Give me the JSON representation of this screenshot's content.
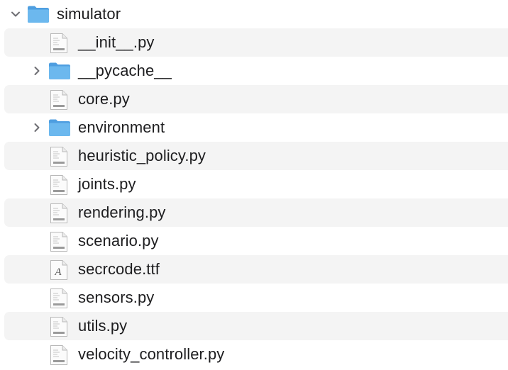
{
  "root": {
    "name": "simulator",
    "expanded": true,
    "icon": "folder-icon"
  },
  "items": [
    {
      "name": "__init__.py",
      "kind": "python-file",
      "icon": "python-file-icon"
    },
    {
      "name": "__pycache__",
      "kind": "folder",
      "icon": "folder-icon",
      "expanded": false
    },
    {
      "name": "core.py",
      "kind": "python-file",
      "icon": "python-file-icon"
    },
    {
      "name": "environment",
      "kind": "folder",
      "icon": "folder-icon",
      "expanded": false
    },
    {
      "name": "heuristic_policy.py",
      "kind": "python-file",
      "icon": "python-file-icon"
    },
    {
      "name": "joints.py",
      "kind": "python-file",
      "icon": "python-file-icon"
    },
    {
      "name": "rendering.py",
      "kind": "python-file",
      "icon": "python-file-icon"
    },
    {
      "name": "scenario.py",
      "kind": "python-file",
      "icon": "python-file-icon"
    },
    {
      "name": "secrcode.ttf",
      "kind": "font-file",
      "icon": "font-file-icon"
    },
    {
      "name": "sensors.py",
      "kind": "python-file",
      "icon": "python-file-icon"
    },
    {
      "name": "utils.py",
      "kind": "python-file",
      "icon": "python-file-icon"
    },
    {
      "name": "velocity_controller.py",
      "kind": "python-file",
      "icon": "python-file-icon"
    }
  ],
  "colors": {
    "stripe": "#f4f4f4",
    "folder_front": "#6cb8ee",
    "folder_back": "#4e9ee0",
    "text": "#1d1d1f",
    "chevron": "#6e6e73"
  }
}
